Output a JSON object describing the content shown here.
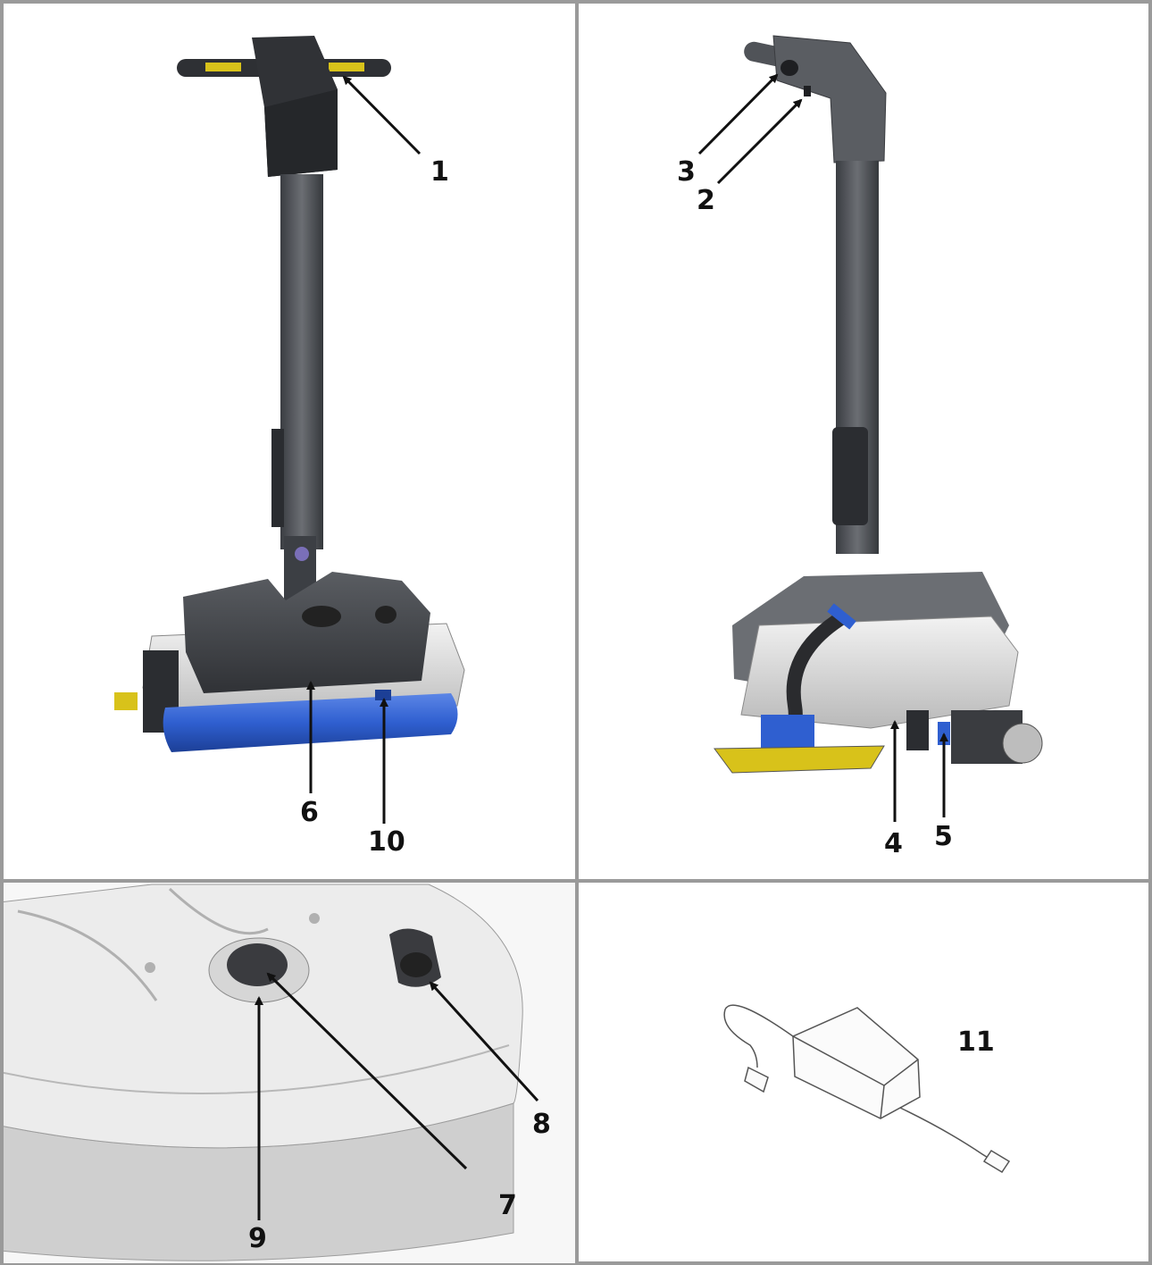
{
  "panels": [
    {
      "id": "top-left",
      "subject": "machine-front-view",
      "callouts": [
        {
          "label": "1"
        },
        {
          "label": "6"
        },
        {
          "label": "10"
        }
      ]
    },
    {
      "id": "top-right",
      "subject": "machine-rear-view",
      "callouts": [
        {
          "label": "3"
        },
        {
          "label": "2"
        },
        {
          "label": "4"
        },
        {
          "label": "5"
        }
      ]
    },
    {
      "id": "bottom-left",
      "subject": "tank-top-detail",
      "callouts": [
        {
          "label": "8"
        },
        {
          "label": "7"
        },
        {
          "label": "9"
        }
      ]
    },
    {
      "id": "bottom-right",
      "subject": "battery-charger",
      "callouts": [
        {
          "label": "11"
        }
      ]
    }
  ],
  "colors": {
    "frame": "#9a9a9a",
    "body_dark": "#4a4d52",
    "body_light": "#e4e4e4",
    "accent_blue": "#2f5fd0",
    "accent_yellow": "#d8c21a",
    "line": "#111111"
  }
}
